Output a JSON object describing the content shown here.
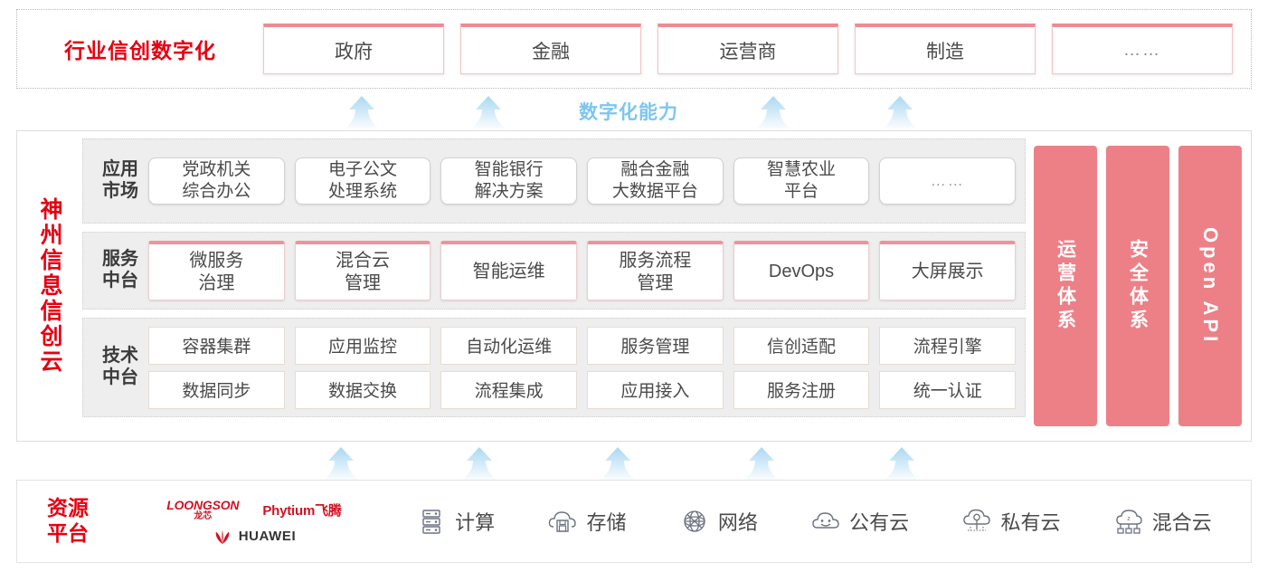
{
  "industry": {
    "title": "行业信创数字化",
    "cards": [
      "政府",
      "金融",
      "运营商",
      "制造",
      "……"
    ]
  },
  "capability": {
    "label": "数字化能力",
    "arrow_count_top": 4,
    "arrow_count_bottom": 5
  },
  "cloud": {
    "title": "神州信息信创云",
    "layers": [
      {
        "label": "应用\n市场",
        "label_lines": [
          "应用",
          "市场"
        ],
        "cards": [
          {
            "lines": [
              "党政机关",
              "综合办公"
            ]
          },
          {
            "lines": [
              "电子公文",
              "处理系统"
            ]
          },
          {
            "lines": [
              "智能银行",
              "解决方案"
            ]
          },
          {
            "lines": [
              "融合金融",
              "大数据平台"
            ]
          },
          {
            "lines": [
              "智慧农业",
              "平台"
            ]
          },
          {
            "lines": [
              "……"
            ],
            "dots": true
          }
        ]
      },
      {
        "label_lines": [
          "服务",
          "中台"
        ],
        "cards": [
          {
            "lines": [
              "微服务",
              "治理"
            ]
          },
          {
            "lines": [
              "混合云",
              "管理"
            ]
          },
          {
            "lines": [
              "智能运维"
            ]
          },
          {
            "lines": [
              "服务流程",
              "管理"
            ]
          },
          {
            "lines": [
              "DevOps"
            ]
          },
          {
            "lines": [
              "大屏展示"
            ]
          }
        ]
      },
      {
        "label_lines": [
          "技术",
          "中台"
        ],
        "rows": [
          [
            "容器集群",
            "应用监控",
            "自动化运维",
            "服务管理",
            "信创适配",
            "流程引擎"
          ],
          [
            "数据同步",
            "数据交换",
            "流程集成",
            "应用接入",
            "服务注册",
            "统一认证"
          ]
        ]
      }
    ],
    "pillars": [
      {
        "text": "运营体系",
        "type": "cjk"
      },
      {
        "text": "安全体系",
        "type": "cjk"
      },
      {
        "text": "Open API",
        "type": "latin"
      }
    ]
  },
  "resource": {
    "title_lines": [
      "资源",
      "平台"
    ],
    "logos": [
      {
        "name": "LOONGSON",
        "cn": "龙芯"
      },
      {
        "name": "Phytium飞腾"
      },
      {
        "name": "HUAWEI"
      }
    ],
    "items": [
      {
        "icon": "server-icon",
        "label": "计算"
      },
      {
        "icon": "cloud-storage-icon",
        "label": "存储"
      },
      {
        "icon": "network-icon",
        "label": "网络"
      },
      {
        "icon": "public-cloud-icon",
        "label": "公有云"
      },
      {
        "icon": "private-cloud-icon",
        "label": "私有云"
      },
      {
        "icon": "hybrid-cloud-icon",
        "label": "混合云"
      }
    ]
  },
  "colors": {
    "brand_red": "#e60012",
    "pink": "#ec8086",
    "card_accent": "#ef8a93",
    "arrow_blue": "#bfe2f5",
    "capability_text": "#7ec5ef"
  }
}
